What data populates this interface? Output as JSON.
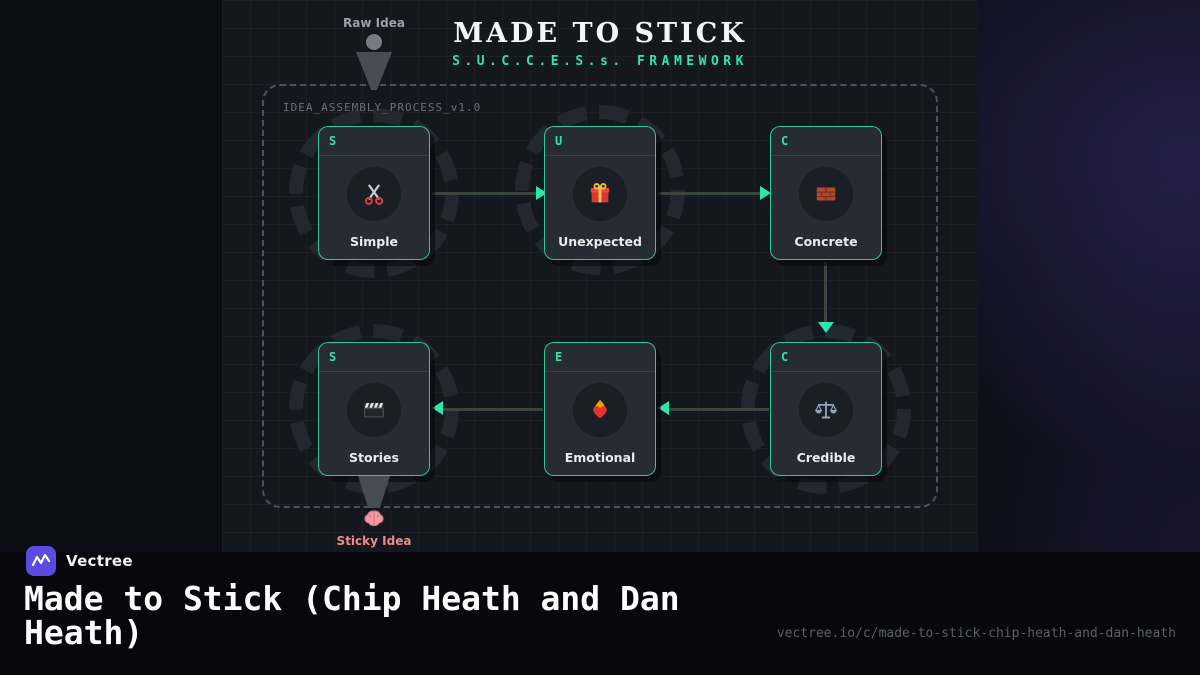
{
  "header": {
    "title": "MADE TO STICK",
    "subtitle": "S.U.C.C.E.S.s. FRAMEWORK"
  },
  "process": {
    "label": "IDEA_ASSEMBLY_PROCESS_v1.0",
    "input": {
      "label": "Raw Idea"
    },
    "output": {
      "label": "Sticky Idea",
      "icon": "brain-icon",
      "emoji": "🧠"
    }
  },
  "cards": [
    {
      "letter": "S",
      "label": "Simple",
      "icon": "scissors-icon",
      "emoji": "✂️"
    },
    {
      "letter": "U",
      "label": "Unexpected",
      "icon": "gift-icon",
      "emoji": "🎁"
    },
    {
      "letter": "C",
      "label": "Concrete",
      "icon": "brick-icon",
      "emoji": "🧱"
    },
    {
      "letter": "C",
      "label": "Credible",
      "icon": "scales-icon",
      "emoji": "⚖️"
    },
    {
      "letter": "E",
      "label": "Emotional",
      "icon": "heart-on-fire-icon",
      "emoji": "❤️‍🔥"
    },
    {
      "letter": "S",
      "label": "Stories",
      "icon": "clapperboard-icon",
      "emoji": "🎬"
    }
  ],
  "flow_order": [
    "Simple",
    "Unexpected",
    "Concrete",
    "Credible",
    "Emotional",
    "Stories"
  ],
  "footer": {
    "brand": "Vectree",
    "title": "Made to Stick (Chip Heath and Dan Heath)",
    "url": "vectree.io/c/made-to-stick-chip-heath-and-dan-heath"
  },
  "colors": {
    "accent_teal": "#2ee6a8",
    "sticky_pink": "#ef8a8a",
    "brand_purple": "#5b4be0",
    "card_bg": "#272b33",
    "panel_bg": "#15171f",
    "background": "#0d0e15"
  }
}
